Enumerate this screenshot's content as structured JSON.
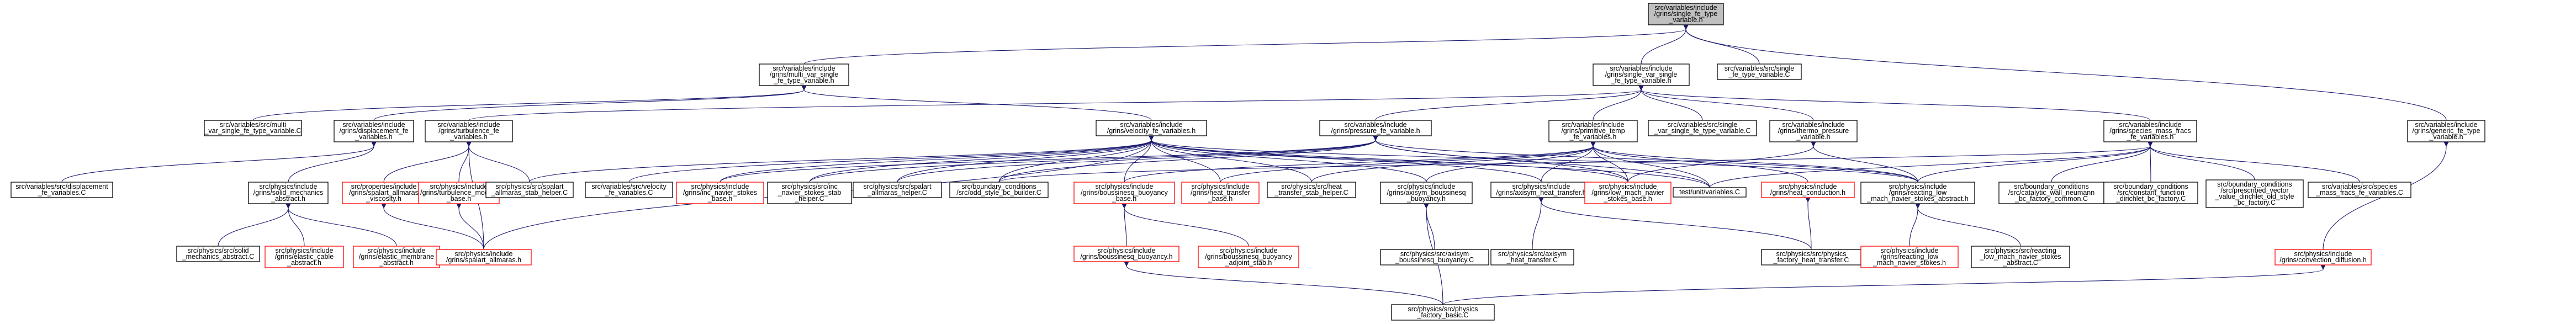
{
  "nodes": [
    {
      "id": "root",
      "lines": [
        "src/variables/include",
        "/grins/single_fe_type",
        "_variable.h"
      ],
      "border": "root"
    },
    {
      "id": "multi_var",
      "lines": [
        "src/variables/include",
        "/grins/multi_var_single",
        "_fe_type_variable.h"
      ],
      "border": "black"
    },
    {
      "id": "single_var",
      "lines": [
        "src/variables/include",
        "/grins/single_var_single",
        "_fe_type_variable.h"
      ],
      "border": "black"
    },
    {
      "id": "sfe_c",
      "lines": [
        "src/variables/src/single",
        "_fe_type_variable.C"
      ],
      "border": "black"
    },
    {
      "id": "generic_fe",
      "lines": [
        "src/variables/include",
        "/grins/generic_fe_type",
        "_variable.h"
      ],
      "border": "black"
    },
    {
      "id": "multi_var_c",
      "lines": [
        "src/variables/src/multi",
        "_var_single_fe_type_variable.C"
      ],
      "border": "black"
    },
    {
      "id": "displacement_h",
      "lines": [
        "src/variables/include",
        "/grins/displacement_fe",
        "_variables.h"
      ],
      "border": "black"
    },
    {
      "id": "turbulence_h",
      "lines": [
        "src/variables/include",
        "/grins/turbulence_fe",
        "_variables.h"
      ],
      "border": "black"
    },
    {
      "id": "velocity_h",
      "lines": [
        "src/variables/include",
        "/grins/velocity_fe_variables.h"
      ],
      "border": "black"
    },
    {
      "id": "pressure_h",
      "lines": [
        "src/variables/include",
        "/grins/pressure_fe_variable.h"
      ],
      "border": "black"
    },
    {
      "id": "primitive_temp",
      "lines": [
        "src/variables/include",
        "/grins/primitive_temp",
        "_fe_variables.h"
      ],
      "border": "black"
    },
    {
      "id": "svsfe_c",
      "lines": [
        "src/variables/src/single",
        "_var_single_fe_type_variable.C"
      ],
      "border": "black"
    },
    {
      "id": "thermo_pressure",
      "lines": [
        "src/variables/include",
        "/grins/thermo_pressure",
        "_variable.h"
      ],
      "border": "black"
    },
    {
      "id": "species_mass",
      "lines": [
        "src/variables/include",
        "/grins/species_mass_fracs",
        "_fe_variables.h"
      ],
      "border": "black"
    },
    {
      "id": "displacement_c",
      "lines": [
        "src/variables/src/displacement",
        "_fe_variables.C"
      ],
      "border": "black"
    },
    {
      "id": "solid_mech",
      "lines": [
        "src/physics/include",
        "/grins/solid_mechanics",
        "_abstract.h"
      ],
      "border": "black"
    },
    {
      "id": "spalart_visc",
      "lines": [
        "src/properties/include",
        "/grins/spalart_allmaras",
        "_viscosity.h"
      ],
      "border": "red"
    },
    {
      "id": "turb_models",
      "lines": [
        "src/physics/include",
        "/grins/turbulence_models",
        "_base.h"
      ],
      "border": "red"
    },
    {
      "id": "spalart_stab",
      "lines": [
        "src/physics/src/spalart",
        "_allmaras_stab_helper.C"
      ],
      "border": "black"
    },
    {
      "id": "velocity_c",
      "lines": [
        "src/variables/src/velocity",
        "_fe_variables.C"
      ],
      "border": "black"
    },
    {
      "id": "inc_ns_base",
      "lines": [
        "src/physics/include",
        "/grins/inc_navier_stokes",
        "_base.h"
      ],
      "border": "red"
    },
    {
      "id": "inc_ns_stab",
      "lines": [
        "src/physics/src/inc",
        "_navier_stokes_stab",
        "_helper.C"
      ],
      "border": "black"
    },
    {
      "id": "spalart_helper",
      "lines": [
        "src/physics/src/spalart",
        "_allmaras_helper.C"
      ],
      "border": "black"
    },
    {
      "id": "odd_style",
      "lines": [
        "src/boundary_conditions",
        "/src/odd_style_bc_builder.C"
      ],
      "border": "black"
    },
    {
      "id": "boussinesq_base",
      "lines": [
        "src/physics/include",
        "/grins/boussinesq_buoyancy",
        "_base.h"
      ],
      "border": "red"
    },
    {
      "id": "heat_transfer_base",
      "lines": [
        "src/physics/include",
        "/grins/heat_transfer",
        "_base.h"
      ],
      "border": "red"
    },
    {
      "id": "heat_stab",
      "lines": [
        "src/physics/src/heat",
        "_transfer_stab_helper.C"
      ],
      "border": "black"
    },
    {
      "id": "axisym_bous",
      "lines": [
        "src/physics/include",
        "/grins/axisym_boussinesq",
        "_buoyancy.h"
      ],
      "border": "black"
    },
    {
      "id": "axisym_heat",
      "lines": [
        "src/physics/include",
        "/grins/axisym_heat_transfer.h"
      ],
      "border": "black"
    },
    {
      "id": "low_mach_base",
      "lines": [
        "src/physics/include",
        "/grins/low_mach_navier",
        "_stokes_base.h"
      ],
      "border": "red"
    },
    {
      "id": "test_vars",
      "lines": [
        "test/unit/variables.C"
      ],
      "border": "black"
    },
    {
      "id": "heat_conduction",
      "lines": [
        "src/physics/include",
        "/grins/heat_conduction.h"
      ],
      "border": "red"
    },
    {
      "id": "reacting_abs",
      "lines": [
        "src/physics/include",
        "/grins/reacting_low",
        "_mach_navier_stokes_abstract.h"
      ],
      "border": "black"
    },
    {
      "id": "catalytic_wall",
      "lines": [
        "src/boundary_conditions",
        "/src/catalytic_wall_neumann",
        "_bc_factory_common.C"
      ],
      "border": "black"
    },
    {
      "id": "constant_function",
      "lines": [
        "src/boundary_conditions",
        "/src/constant_function",
        "_dirichlet_bc_factory.C"
      ],
      "border": "black"
    },
    {
      "id": "prescribed_vector",
      "lines": [
        "src/boundary_conditions",
        "/src/prescribed_vector",
        "_value_dirichlet_old_style",
        "_bc_factory.C"
      ],
      "border": "black"
    },
    {
      "id": "species_c",
      "lines": [
        "src/variables/src/species",
        "_mass_fracs_fe_variables.C"
      ],
      "border": "black"
    },
    {
      "id": "solid_mech_c",
      "lines": [
        "src/physics/src/solid",
        "_mechanics_abstract.C"
      ],
      "border": "black"
    },
    {
      "id": "elastic_cable",
      "lines": [
        "src/physics/include",
        "/grins/elastic_cable",
        "_abstract.h"
      ],
      "border": "red"
    },
    {
      "id": "elastic_membrane",
      "lines": [
        "src/physics/include",
        "/grins/elastic_membrane",
        "_abstract.h"
      ],
      "border": "red"
    },
    {
      "id": "spalart_h",
      "lines": [
        "src/physics/include",
        "/grins/spalart_allmaras.h"
      ],
      "border": "red"
    },
    {
      "id": "boussinesq_h",
      "lines": [
        "src/physics/include",
        "/grins/boussinesq_buoyancy.h"
      ],
      "border": "red"
    },
    {
      "id": "boussinesq_adj",
      "lines": [
        "src/physics/include",
        "/grins/boussinesq_buoyancy",
        "_adjoint_stab.h"
      ],
      "border": "red"
    },
    {
      "id": "axisym_bous_c",
      "lines": [
        "src/physics/src/axisym",
        "_boussinesq_buoyancy.C"
      ],
      "border": "black"
    },
    {
      "id": "axisym_heat_c",
      "lines": [
        "src/physics/src/axisym",
        "_heat_transfer.C"
      ],
      "border": "black"
    },
    {
      "id": "factory_heat",
      "lines": [
        "src/physics/src/physics",
        "_factory_heat_transfer.C"
      ],
      "border": "black"
    },
    {
      "id": "reacting_h",
      "lines": [
        "src/physics/include",
        "/grins/reacting_low",
        "_mach_navier_stokes.h"
      ],
      "border": "red"
    },
    {
      "id": "reacting_abs_c",
      "lines": [
        "src/physics/src/reacting",
        "_low_mach_navier_stokes",
        "_abstract.C"
      ],
      "border": "black"
    },
    {
      "id": "convection",
      "lines": [
        "src/physics/include",
        "/grins/convection_diffusion.h"
      ],
      "border": "red"
    },
    {
      "id": "factory_basic",
      "lines": [
        "src/physics/src/physics",
        "_factory_basic.C"
      ],
      "border": "black"
    }
  ]
}
